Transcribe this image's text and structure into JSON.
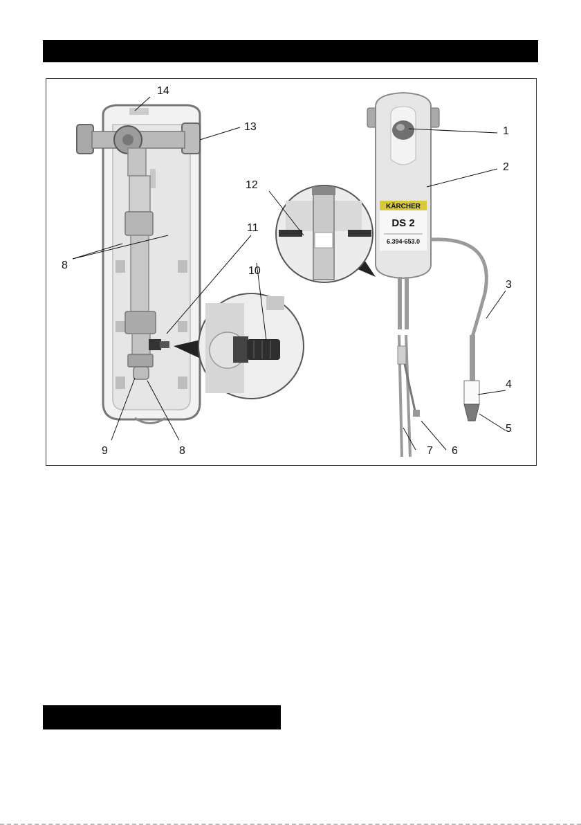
{
  "figure": {
    "product_brand": "KÄRCHER",
    "product_model": "DS 2",
    "product_number": "6.394-653.0",
    "callouts": [
      "1",
      "2",
      "3",
      "4",
      "5",
      "6",
      "7",
      "8",
      "9",
      "10",
      "11",
      "12",
      "13",
      "14"
    ],
    "colors": {
      "header_bar": "#000000",
      "device_body": "#e4e4e4",
      "brand_yellow": "#d8c93a",
      "hose": "#9a9a9a"
    }
  }
}
